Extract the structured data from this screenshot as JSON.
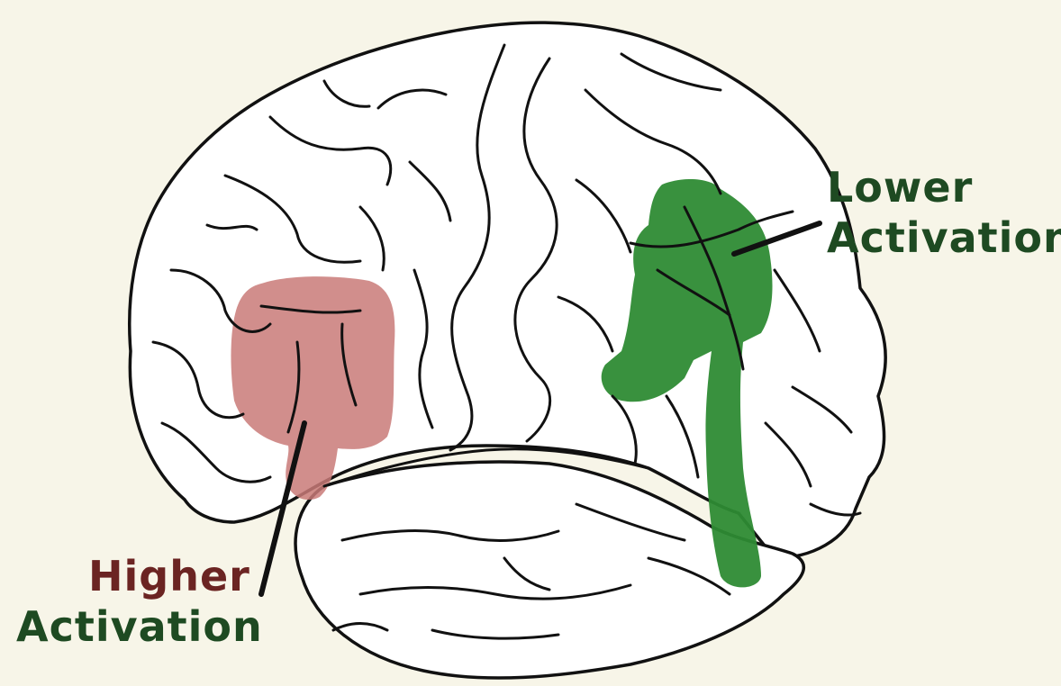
{
  "labels": {
    "higher": {
      "line1": "Higher",
      "line2": "Activation"
    },
    "lower": {
      "line1": "Lower",
      "line2": "Activation"
    }
  },
  "colors": {
    "background": "#f7f5e8",
    "outline": "#111111",
    "brain_fill": "#ffffff",
    "higher_region": "#c97a78",
    "lower_region": "#2e8b34",
    "higher_text": "#6b2422",
    "lower_text": "#1e4a22"
  }
}
